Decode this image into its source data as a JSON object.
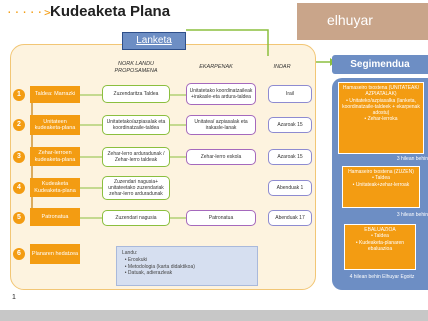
{
  "header": {
    "arrow": "·····>",
    "title": "Kudeaketa Plana",
    "logo": "elhuyar"
  },
  "lanketa": {
    "title": "Lanketa",
    "columns": [
      "NORK LANDU PROPOSAMENA",
      "EKARPENAK",
      "INDAR"
    ],
    "steps": [
      {
        "num": "1",
        "label": "Taldea: Marrazki",
        "a": "Zuzendaritza Taldea",
        "b": "Unitatetako koordinatzaileak +irakasle-eta ardura-taldea",
        "c": "Irail"
      },
      {
        "num": "2",
        "label": "Unitateen kudeaketa-plana",
        "a": "Unitatetako/azpiasalak eta koordinatzaile-taldea",
        "b": "Unitatea/ azpiasalak eta irakasle-lanak",
        "c": "Azaroak 15"
      },
      {
        "num": "3",
        "label": "Zehar-lerroen kudeaketa-plana",
        "a": "Zehar-lerro arduradunak / Zehar-lerro taldeak",
        "b": "Zehar-lerro eskola",
        "c": "Azaroak 15"
      },
      {
        "num": "4",
        "label": "Kudeaketa Kudeaketa-plana",
        "a": "Zuzendari nagusia+ unitateetako zuzendariak zehar-lerro arduradunak",
        "b": "",
        "c": "Abenduak 1"
      },
      {
        "num": "5",
        "label": "Patronatua",
        "a": "Zuzendari nagusia",
        "b": "Patronatua",
        "c": "Abenduak 17"
      },
      {
        "num": "6",
        "label": "Planaren hedatzea",
        "a": "",
        "b": "",
        "c": ""
      }
    ],
    "note": {
      "title": "Landu:",
      "items": [
        "Eroskuki",
        "Metodologia (karta didaktikoa)",
        "Datuak, adierazleak"
      ]
    }
  },
  "segimendua": {
    "title": "Segimendua",
    "cards": [
      {
        "title": "Hamaseiro txostena (UNITATEAK/ AZPIATALAK)",
        "items": [
          "Unitateko/azpiasalka (lanketa, koordinatzaile-taldeek + ekarpenak adostu)",
          "Zehar-lerroka"
        ]
      },
      {
        "title": "Hamaseiro txostena (ZUZEN)",
        "items": [
          "Taldea",
          "Unitateak+zehar-lerroak"
        ]
      },
      {
        "title": "EBALUAZIOA",
        "items": [
          "Taldea",
          "Kudeaketa-planaren ebaluazioa"
        ]
      }
    ],
    "gaps": [
      "3 hilean behin",
      "3 hilean behin"
    ],
    "footer": "4 hilean behin Elhuyar Egoitz"
  },
  "page_number": "1",
  "colors": {
    "accent": "#f39c12",
    "blue": "#6d8ec4",
    "green": "#8bbf3f",
    "purple": "#a569bd"
  }
}
